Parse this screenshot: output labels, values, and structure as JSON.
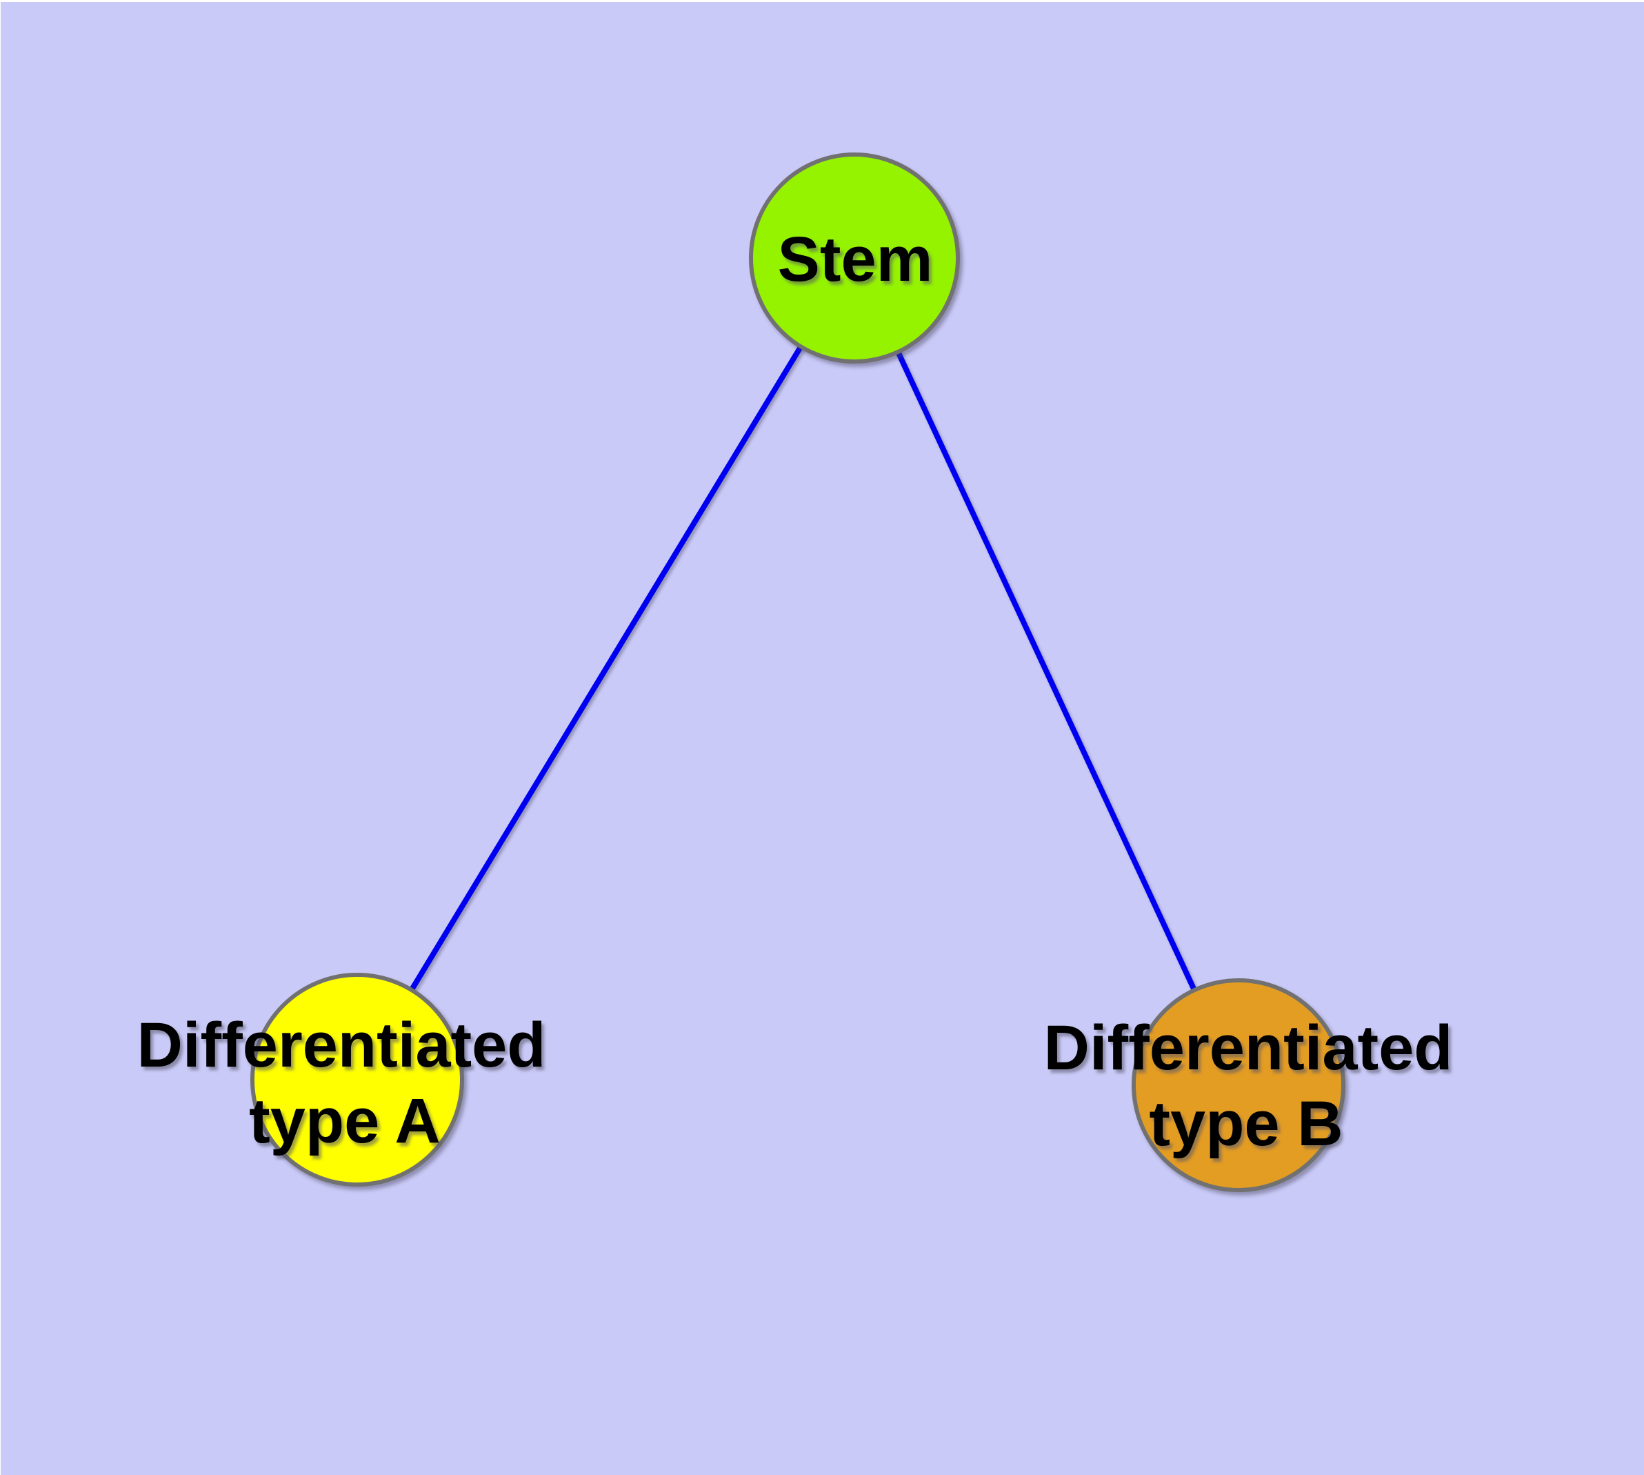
{
  "diagram": {
    "type": "node-link-tree",
    "colors": {
      "background": "#CACAF8",
      "page_margin": "#FFFFFF",
      "edge": "#0000F0",
      "node_border": "#717171",
      "label_text": "#000000"
    },
    "nodes": [
      {
        "id": "stem",
        "label": "Stem",
        "label_lines": [
          "Stem"
        ],
        "fill": "#95F300"
      },
      {
        "id": "differentiated-type-a",
        "label": "Differentiated type A",
        "label_lines": [
          "Differentiated",
          "type A"
        ],
        "fill": "#FFFF00"
      },
      {
        "id": "differentiated-type-b",
        "label": "Differentiated type B",
        "label_lines": [
          "Differentiated",
          "type B"
        ],
        "fill": "#E49D23"
      }
    ],
    "edges": [
      {
        "from": "stem",
        "to": "differentiated-type-a"
      },
      {
        "from": "stem",
        "to": "differentiated-type-b"
      }
    ]
  }
}
